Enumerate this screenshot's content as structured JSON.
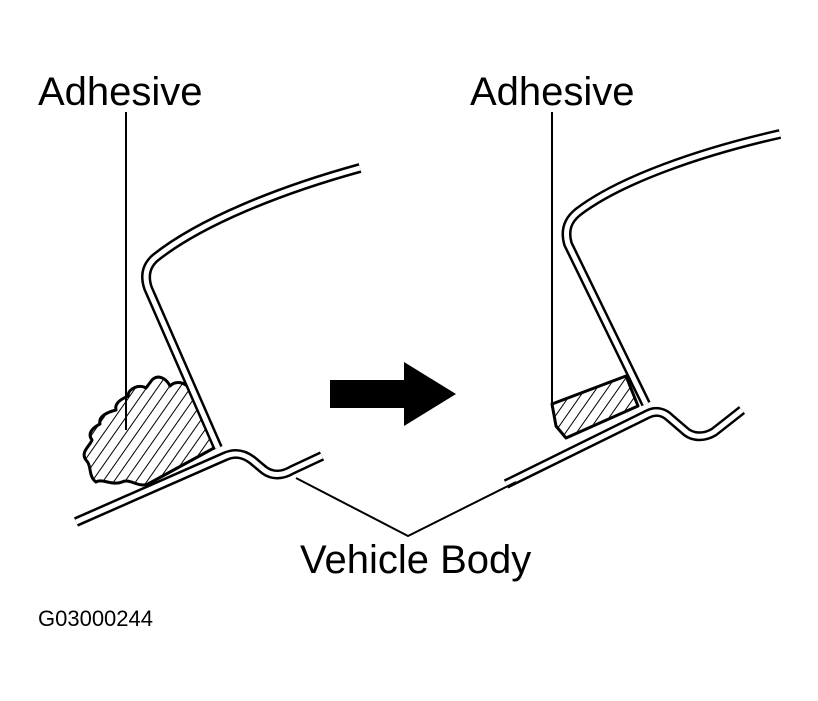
{
  "labels": {
    "adhesive_left": "Adhesive",
    "adhesive_right": "Adhesive",
    "vehicle_body": "Vehicle Body",
    "figure_code": "G03000244"
  },
  "colors": {
    "line": "#000000",
    "background": "#ffffff"
  },
  "icons": {
    "arrow": "right-arrow-icon"
  }
}
